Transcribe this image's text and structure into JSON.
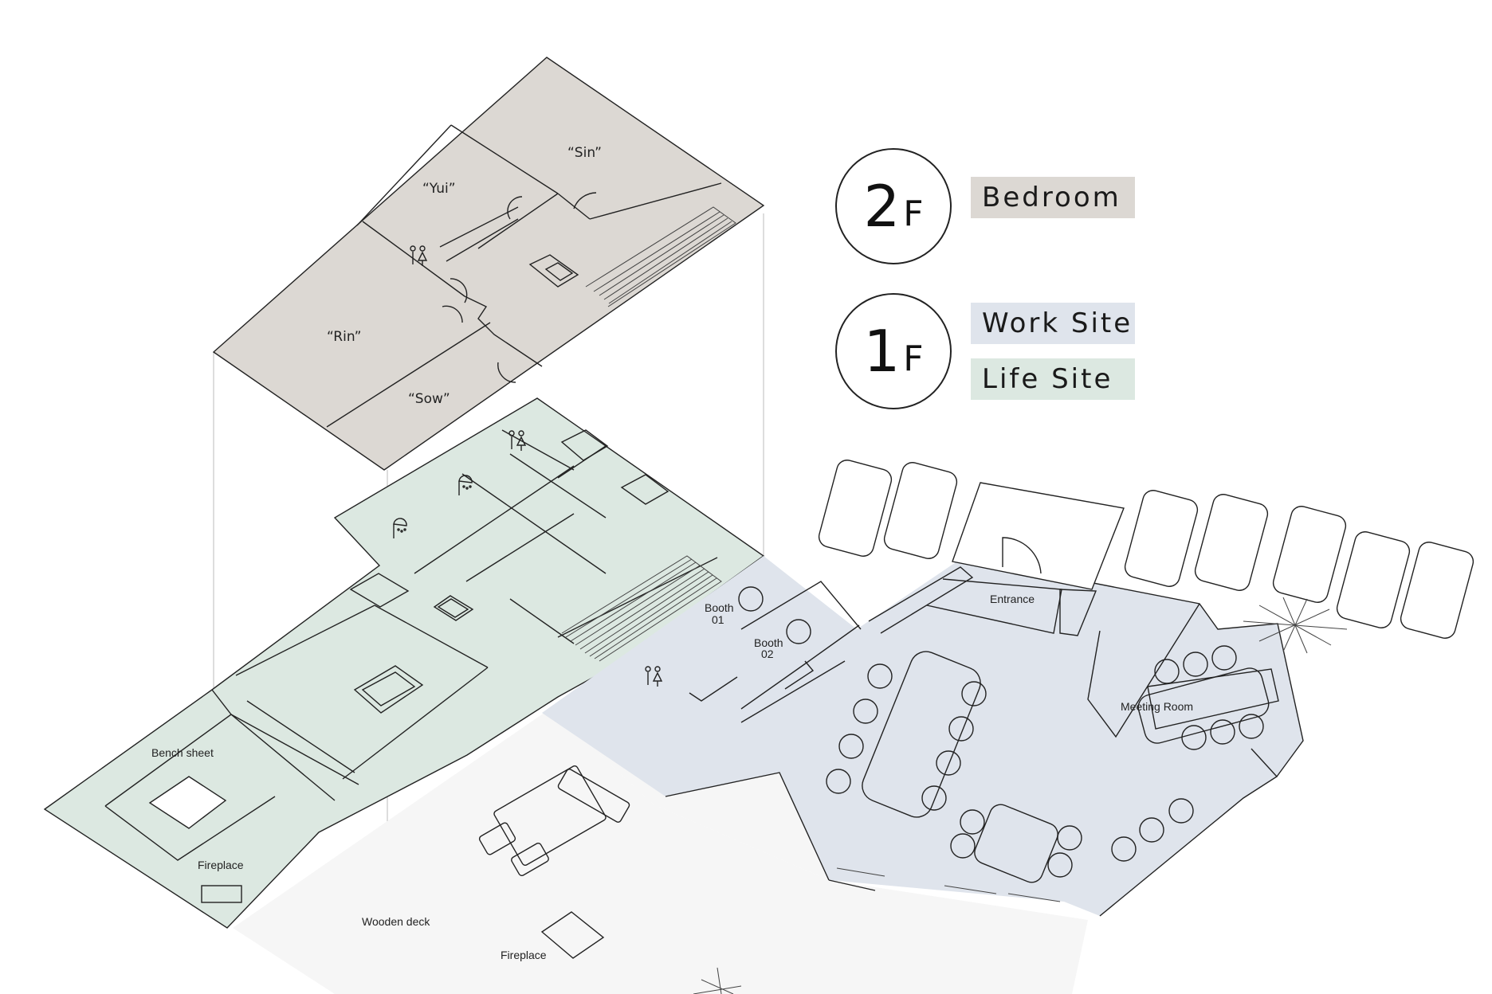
{
  "legend": {
    "floor2": {
      "num": "2",
      "suffix": "F",
      "label": "Bedroom",
      "color": "#dcd8d3"
    },
    "floor1": {
      "num": "1",
      "suffix": "F",
      "work_label": "Work Site",
      "work_color": "#dfe4ec",
      "life_label": "Life Site",
      "life_color": "#dce8e1"
    }
  },
  "rooms_2f": {
    "sin": "“Sin”",
    "yui": "“Yui”",
    "rin": "“Rin”",
    "sow": "“Sow”"
  },
  "rooms_1f": {
    "booth01_a": "Booth",
    "booth01_b": "01",
    "booth02_a": "Booth",
    "booth02_b": "02",
    "entrance": "Entrance",
    "meeting_room": "Meeting Room",
    "bench_sheet": "Bench sheet",
    "fireplace_in": "Fireplace",
    "wooden_deck": "Wooden deck",
    "fireplace_out": "Fireplace"
  },
  "colors": {
    "bedroom": "#dcd8d3",
    "work": "#dfe4ec",
    "life": "#dce8e1",
    "deck": "#f6f6f6",
    "line": "#222222"
  },
  "icons": [
    "restroom-icon",
    "shower-icon",
    "parked-car-icon",
    "tree-icon"
  ]
}
